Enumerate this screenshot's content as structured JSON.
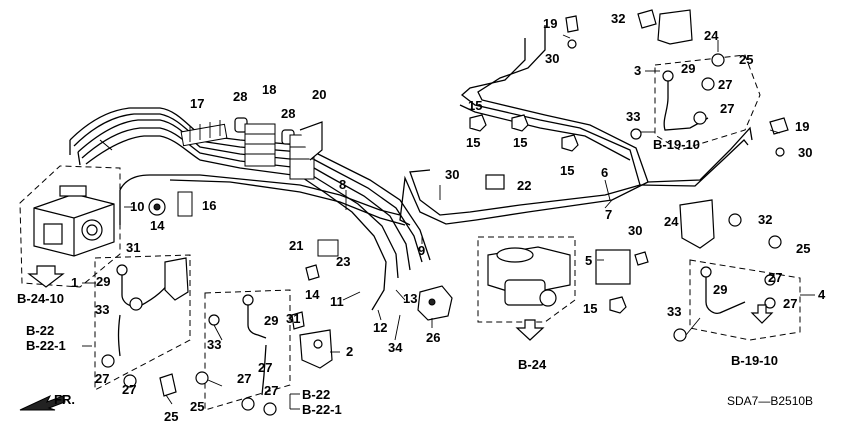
{
  "diagram_code": "SDA7—B2510B",
  "direction_label": "FR.",
  "refs": {
    "b24_10": "B-24-10",
    "b22_a": "B-22",
    "b22_1_a": "B-22-1",
    "b24": "B-24",
    "b19_10_top": "B-19-10",
    "b19_10_bottom": "B-19-10",
    "b22_b": "B-22",
    "b22_1_b": "B-22-1"
  },
  "callouts": {
    "c1": "1",
    "c2": "2",
    "c3": "3",
    "c4": "4",
    "c5": "5",
    "c6": "6",
    "c7": "7",
    "c8": "8",
    "c9": "9",
    "c10": "10",
    "c11": "11",
    "c12": "12",
    "c13": "13",
    "c14a": "14",
    "c14b": "14",
    "c15a": "15",
    "c15b": "15",
    "c15c": "15",
    "c15d": "15",
    "c15e": "15",
    "c16": "16",
    "c17": "17",
    "c18": "18",
    "c19a": "19",
    "c19b": "19",
    "c20": "20",
    "c21": "21",
    "c22": "22",
    "c23": "23",
    "c24a": "24",
    "c24b": "24",
    "c25a": "25",
    "c25b": "25",
    "c25c": "25",
    "c25d": "25",
    "c26": "26",
    "c27a": "27",
    "c27b": "27",
    "c27c": "27",
    "c27d": "27",
    "c27e": "27",
    "c27f": "27",
    "c27g": "27",
    "c27h": "27",
    "c27i": "27",
    "c28a": "28",
    "c28b": "28",
    "c29a": "29",
    "c29b": "29",
    "c29c": "29",
    "c29d": "29",
    "c30a": "30",
    "c30b": "30",
    "c30c": "30",
    "c30d": "30",
    "c31a": "31",
    "c31b": "31",
    "c32a": "32",
    "c32b": "32",
    "c33a": "33",
    "c33b": "33",
    "c33c": "33",
    "c33d": "33",
    "c34": "34"
  }
}
